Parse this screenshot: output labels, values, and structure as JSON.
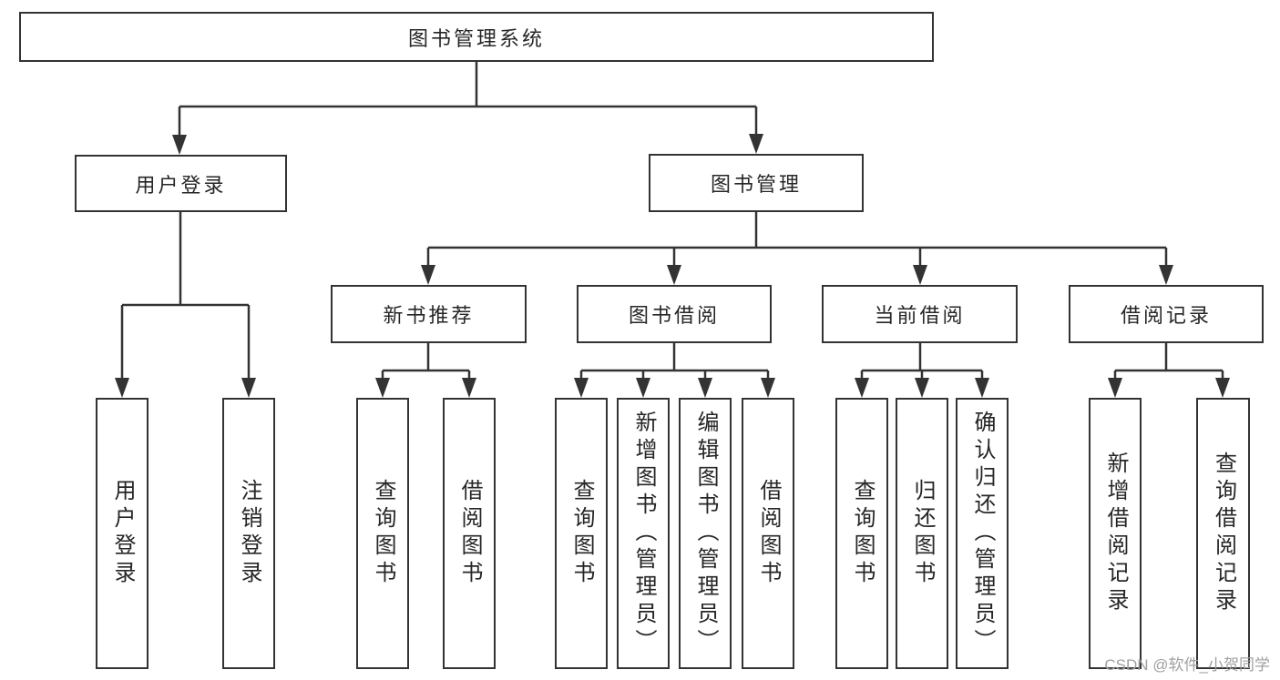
{
  "colors": {
    "background": "#ffffff",
    "line": "#333333",
    "box_border": "#333333",
    "text": "#262626",
    "watermark": "#a0a0a0"
  },
  "watermark": {
    "text": "CSDN @软件_小贺同学"
  },
  "diagram": {
    "root": {
      "label": "图书管理系统",
      "children": [
        {
          "label": "用户登录",
          "children": [
            {
              "label": "用户登录"
            },
            {
              "label": "注销登录"
            }
          ]
        },
        {
          "label": "图书管理",
          "children": [
            {
              "label": "新书推荐",
              "children": [
                {
                  "label": "查询图书"
                },
                {
                  "label": "借阅图书"
                }
              ]
            },
            {
              "label": "图书借阅",
              "children": [
                {
                  "label": "查询图书"
                },
                {
                  "label": "新增图书（管理员）"
                },
                {
                  "label": "编辑图书（管理员）"
                },
                {
                  "label": "借阅图书"
                }
              ]
            },
            {
              "label": "当前借阅",
              "children": [
                {
                  "label": "查询图书"
                },
                {
                  "label": "归还图书"
                },
                {
                  "label": "确认归还（管理员）"
                }
              ]
            },
            {
              "label": "借阅记录",
              "children": [
                {
                  "label": "新增借阅记录"
                },
                {
                  "label": "查询借阅记录"
                }
              ]
            }
          ]
        }
      ]
    }
  }
}
